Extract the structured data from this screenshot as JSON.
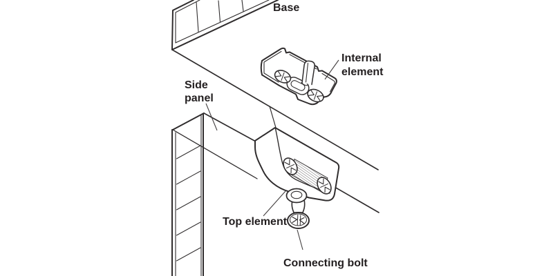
{
  "diagram": {
    "title_labels": {
      "base": "Base",
      "internal_element_line1": "Internal",
      "internal_element_line2": "element",
      "side_panel_line1": "Side",
      "side_panel_line2": "panel",
      "top_element": "Top element",
      "connecting_bolt": "Connecting bolt"
    },
    "colors": {
      "background": "#ffffff",
      "line": "#2f2c2d",
      "label_text": "#231f20",
      "rib_hatch": "#5a5758"
    }
  }
}
